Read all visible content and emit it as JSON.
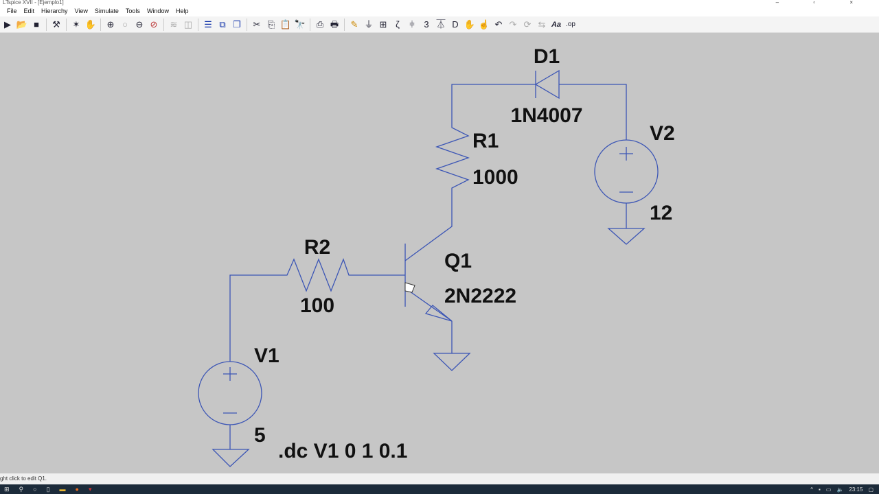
{
  "window": {
    "title": "LTspice XVII - [Ejemplo1]"
  },
  "menu": [
    "File",
    "Edit",
    "Hierarchy",
    "View",
    "Simulate",
    "Tools",
    "Window",
    "Help"
  ],
  "toolbar": [
    "run",
    "open",
    "save",
    "control-panel",
    "pick-visible",
    "halt",
    "zoom-in",
    "zoom-pan",
    "zoom-out",
    "zoom-cancel",
    "autorange",
    "probe",
    "tile-horizontal",
    "tile-vertical",
    "cascade",
    "cut",
    "copy",
    "paste",
    "find",
    "print-preview",
    "print",
    "draw-wire",
    "ground",
    "label-net",
    "resistor",
    "capacitor",
    "inductor",
    "diode",
    "component",
    "move",
    "drag",
    "undo",
    "redo",
    "rotate",
    "mirror",
    "text",
    "spice-directive"
  ],
  "schematic": {
    "D1": {
      "name": "D1",
      "value": "1N4007"
    },
    "R1": {
      "name": "R1",
      "value": "1000"
    },
    "V2": {
      "name": "V2",
      "value": "12"
    },
    "R2": {
      "name": "R2",
      "value": "100"
    },
    "Q1": {
      "name": "Q1",
      "value": "2N2222"
    },
    "V1": {
      "name": "V1",
      "value": "5"
    },
    "directive": ".dc V1 0 1 0.1"
  },
  "status": "ght click to edit Q1.",
  "taskbar": {
    "time": "23:15"
  },
  "colors": {
    "wire": "#3b55b5",
    "background": "#c6c6c6"
  }
}
